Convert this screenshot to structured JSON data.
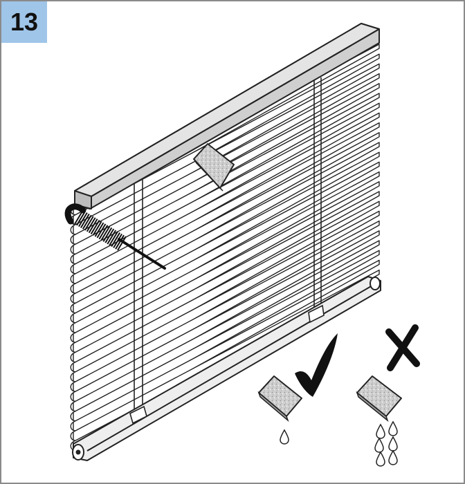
{
  "step": {
    "number": "13",
    "badge_color": "#9fc5e8"
  },
  "illustration": {
    "subject": "venetian-blind",
    "slat_count": 25,
    "tools": [
      "brush-icon",
      "sponge-icon"
    ],
    "allowed": {
      "icon": "checkmark-icon",
      "sponge": "damp-sponge-icon",
      "drops": 1
    },
    "not_allowed": {
      "icon": "cross-icon",
      "sponge": "wet-sponge-icon",
      "drops": 6
    },
    "colors": {
      "headrail": "#cccccc",
      "slat": "#ffffff",
      "outline": "#222222",
      "sponge": "#c8c8c8"
    }
  }
}
